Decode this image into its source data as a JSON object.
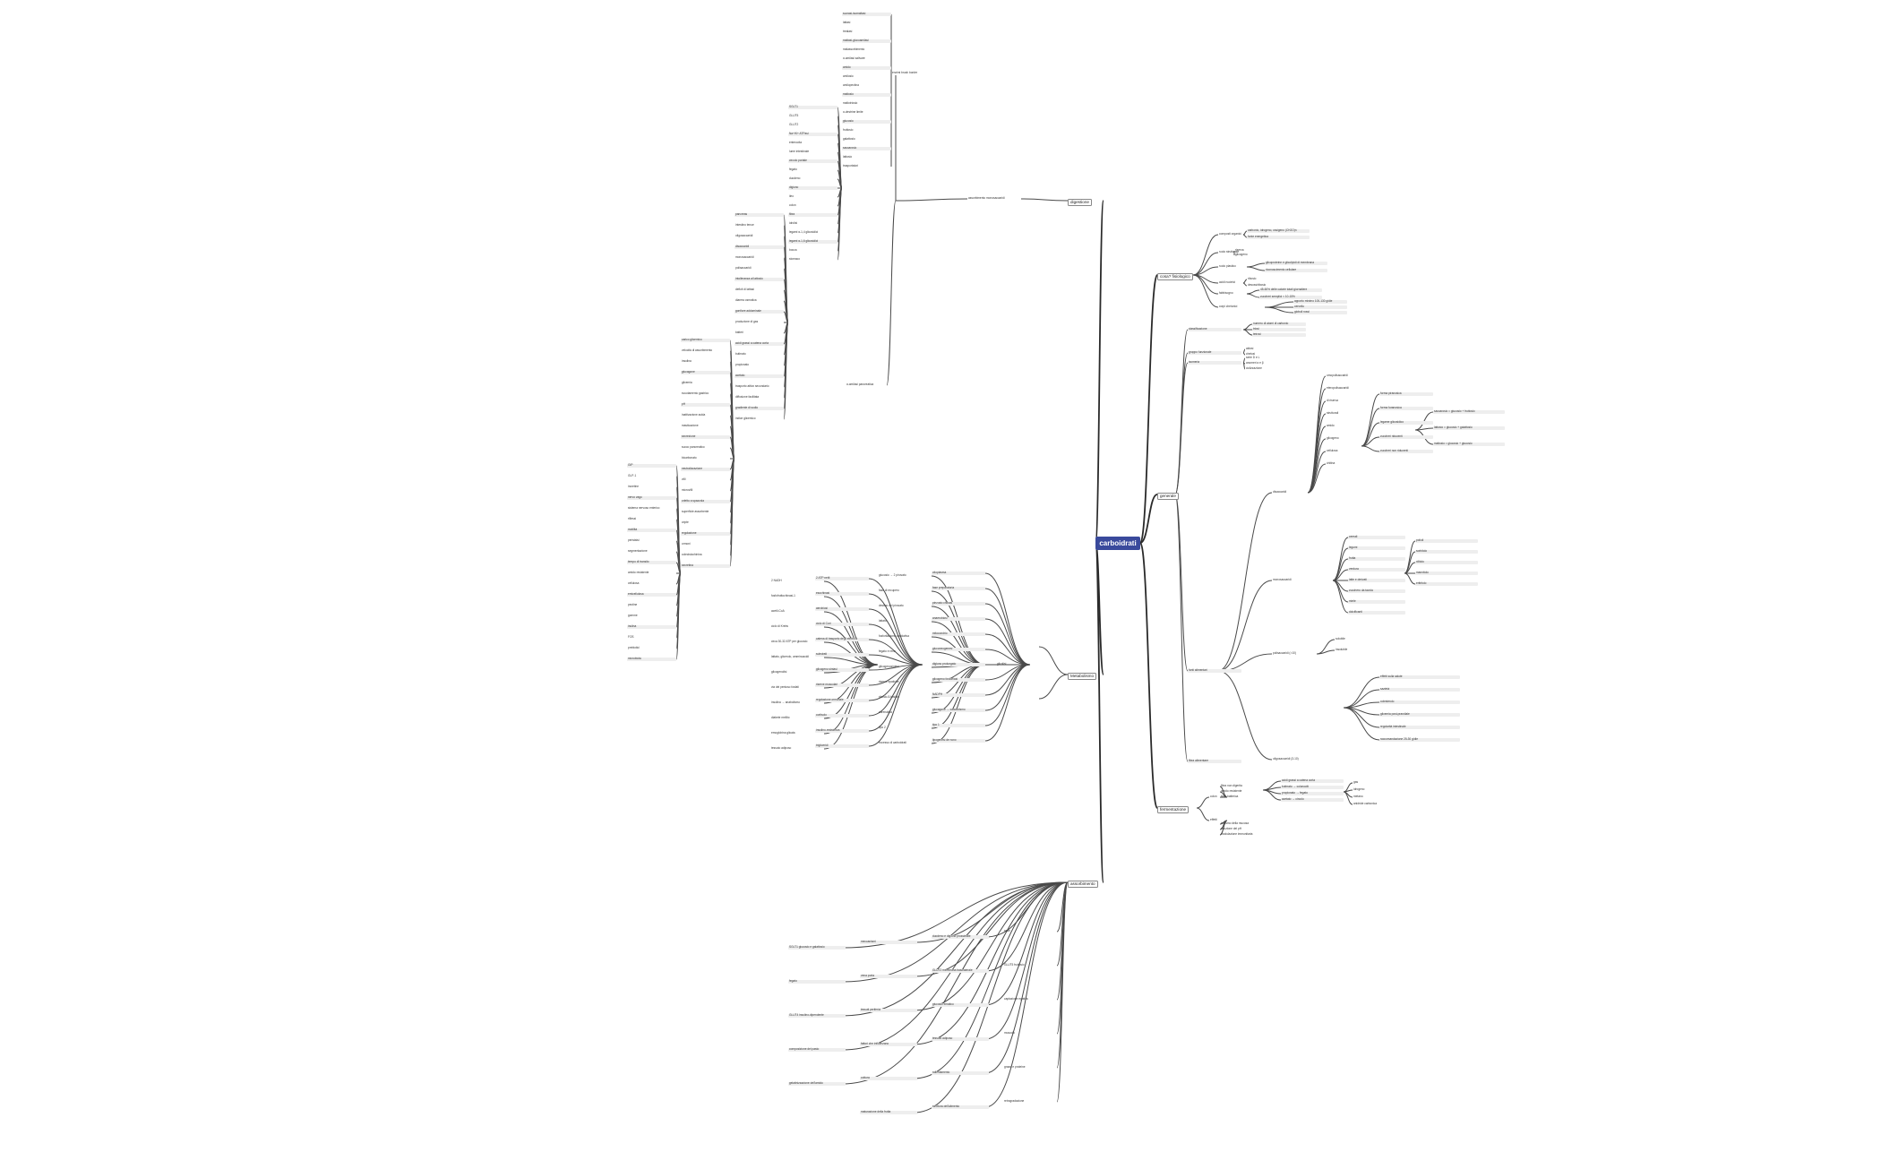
{
  "center": {
    "label": "carboidrati"
  },
  "branches": {
    "digestione": "digestione",
    "definizione": "cosa? fisiologico",
    "generale": "generale",
    "fermentazione": "fermentazione",
    "metabolismo": "Metabolismo",
    "assorbimento": "assorbimento"
  },
  "top": {
    "assorbimento_monosaccaridi": "assorbimento monosaccaridi",
    "enzimi_brush_border": "enzimi brush border",
    "sucrasi_isomaltasi": "sucrasi-isomaltasi",
    "lattasi": "lattasi",
    "trealasi": "trealasi",
    "maltasi_glucoamilasi": "maltasi-glucoamilasi",
    "malassorbimento": "malassorbimento",
    "amilasi_salivare": "α-amilasi salivare",
    "amilasi_pancreatica": "α-amilasi pancreatica",
    "amido": "amido",
    "amilosio": "amilosio",
    "amilopectina": "amilopectina",
    "maltosio": "maltosio",
    "maltotriosio": "maltotriosio",
    "destrine_limite": "α-destrine limite",
    "glucosio": "glucosio",
    "fruttosio": "fruttosio",
    "galattosio": "galattosio",
    "saccarosio": "saccarosio",
    "lattosio": "lattosio",
    "trasportatori": "trasportatori",
    "sglt1": "SGLT1",
    "glut5": "GLUT5",
    "glut2": "GLUT2",
    "na_k_atpasi": "Na+/K+ ATPasi",
    "enterocita": "enterocita",
    "lume_intestinale": "lume intestinale",
    "circolo_portale": "circolo portale",
    "fegato": "fegato",
    "duodeno": "duodeno",
    "digiuno": "digiuno",
    "ileo": "ileo",
    "colon": "colon",
    "fibra": "fibra",
    "idrolisi": "idrolisi",
    "legami_alfa": "legami α-1,4 glicosidici",
    "legami_alfa16": "legami α-1,6 glicosidici",
    "bocca": "bocca",
    "stomaco": "stomaco",
    "pancreas": "pancreas",
    "intestino_tenue": "intestino tenue",
    "oligosaccaridi": "oligosaccaridi",
    "disaccaridi": "disaccaridi",
    "monosaccaridi": "monosaccaridi",
    "polisaccaridi": "polisaccaridi",
    "intolleranza_lattosio": "intolleranza al lattosio",
    "deficit_lattasi": "deficit di lattasi",
    "diarrea_osmotica": "diarrea osmotica",
    "gonfiore": "gonfiore addominale",
    "gas": "produzione di gas",
    "batteri": "batteri",
    "acidi_grassi": "acidi grassi a catena corta",
    "butirrato": "butirrato",
    "propionato": "propionato",
    "acetato": "acetato",
    "trasporto_attivo": "trasporto attivo secondario",
    "diffusione_facilitata": "diffusione facilitata",
    "gradiente_sodio": "gradiente di sodio",
    "indice_glicemico": "indice glicemico",
    "carico_glicemico": "carico glicemico",
    "velocita": "velocità di assorbimento",
    "insulina": "insulina",
    "glucagone": "glucagone",
    "glicemia": "glicemia",
    "svuotamento_gastrico": "svuotamento gastrico",
    "pH": "pH",
    "inattivazione_acida": "inattivazione acida",
    "masticazione": "masticazione",
    "secrezione": "secrezione",
    "succo_pancreatico": "succo pancreatico",
    "bicarbonato": "bicarbonato",
    "neutralizzazione": "neutralizzazione",
    "villi": "villi",
    "microvilli": "microvilli",
    "orletto_spazzola": "orletto a spazzola",
    "superficie": "superficie assorbente",
    "cripte": "cripte",
    "regolazione": "regolazione",
    "ormoni": "ormoni",
    "colecistochinina": "colecistochinina",
    "secretina": "secretina",
    "GIP": "GIP",
    "GLP1": "GLP-1",
    "incretine": "incretine",
    "nervo_vago": "nervo vago",
    "sistema_nervoso": "sistema nervoso enterico",
    "riflessi": "riflessi",
    "motilita": "motilità",
    "peristalsi": "peristalsi",
    "segmentazione": "segmentazione",
    "transito": "tempo di transito",
    "amido_resistente": "amido resistente",
    "cellulosa": "cellulosa",
    "emicellulosa": "emicellulosa",
    "pectine": "pectine",
    "gomme": "gomme",
    "inulina": "inulina",
    "FOS": "FOS",
    "prebiotici": "prebiotici",
    "microbiota": "microbiota"
  },
  "definizione": {
    "a1": "composti organici",
    "a2": "carbonio, idrogeno, ossigeno (CH2O)n",
    "a3": "fonte energetica",
    "a4": "4 kcal/g",
    "b1": "ruolo strutturale",
    "b2": "riserva",
    "b3": "glicogeno",
    "c1": "ruolo plastico",
    "c2": "glicoproteine e glicolipidi di membrana",
    "c3": "riconoscimento cellulare",
    "d1": "acidi nucleici",
    "d2": "ribosio",
    "d3": "desossiribosio",
    "e1": "fabbisogno",
    "e2": "45-60% delle calorie totali giornaliere",
    "e3": "zuccheri semplici < 10-15%",
    "f1": "corpi chetonici",
    "f2": "apporto minimo 100-130 g/die",
    "f3": "cervello",
    "f4": "globuli rossi"
  },
  "generale": {
    "g1": "classificazione",
    "g2": "numero di atomi di carbonio",
    "g3": "triosi",
    "g4": "tetrosi",
    "g5": "pentosi",
    "g6": "esosi",
    "g7": "gruppo funzionale",
    "g8": "aldosi",
    "g9": "chetosi",
    "g10": "monosaccaridi",
    "g11": "disaccaridi",
    "g12": "oligosaccaridi (3-10)",
    "g13": "polisaccaridi (>10)",
    "g14": "omopolisaccaridi",
    "g15": "eteropolisaccaridi",
    "g16": "di riserva",
    "g17": "strutturali",
    "g18": "amido",
    "g19": "glicogeno",
    "g20": "cellulosa",
    "g21": "chitina",
    "g22": "isomeria",
    "g23": "serie D e L",
    "g24": "anomeri α e β",
    "g25": "ciclizzazione",
    "g26": "forma piranosica",
    "g27": "forma furanosica",
    "g28": "legame glicosidico",
    "g29": "zuccheri riducenti",
    "g30": "zuccheri non riducenti",
    "g31": "saccarosio = glucosio + fruttosio",
    "g32": "lattosio = glucosio + galattosio",
    "g33": "maltosio = glucosio + glucosio",
    "g34": "fonti alimentari",
    "g35": "cereali",
    "g36": "legumi",
    "g37": "frutta",
    "g38": "verdura",
    "g39": "latte e derivati",
    "g40": "zucchero da tavola",
    "g41": "miele",
    "g42": "dolcificanti",
    "g43": "polioli",
    "g44": "sorbitolo",
    "g45": "xilitolo",
    "g46": "mannitolo",
    "g47": "eritritolo",
    "g48": "fibra alimentare",
    "g49": "solubile",
    "g50": "insolubile",
    "g51": "effetti sulla salute",
    "g52": "sazietà",
    "g53": "colesterolo",
    "g54": "glicemia post-prandiale",
    "g55": "regolarità intestinale",
    "g56": "raccomandazione 25-30 g/die"
  },
  "metabolismo": {
    "m1": "glicolisi",
    "m2": "citoplasma",
    "m3": "glucosio → 2 piruvato",
    "m4": "2 ATP netti",
    "m5": "2 NADH",
    "m6": "fase preparatoria",
    "m7": "fase di recupero",
    "m8": "esochinasi",
    "m9": "fosfofruttochinasi-1",
    "m10": "piruvato chinasi",
    "m11": "destino del piruvato",
    "m12": "aerobiosi",
    "m13": "acetil-CoA",
    "m14": "anaerobiosi",
    "m15": "lattato",
    "m16": "ciclo di Cori",
    "m17": "ciclo di Krebs",
    "m18": "mitocondrio",
    "m19": "fosforilazione ossidativa",
    "m20": "catena di trasporto degli elettroni",
    "m21": "circa 30-32 ATP per glucosio",
    "m22": "gluconeogenesi",
    "m23": "fegato e rene",
    "m24": "substrati",
    "m25": "lattato, glicerolo, amminoacidi",
    "m26": "digiuno prolungato",
    "m27": "glicogenosintesi",
    "m28": "glicogeno sintasi",
    "m29": "glicogenolisi",
    "m30": "glicogeno fosforilasi",
    "m31": "riserve epatiche",
    "m32": "riserve muscolari",
    "m33": "via dei pentoso fosfati",
    "m34": "NADPH",
    "m35": "ribosio-5-fosfato",
    "m36": "regolazione ormonale",
    "m37": "insulina → anabolismo",
    "m38": "glucagone → catabolismo",
    "m39": "adrenalina",
    "m40": "cortisolo",
    "m41": "diabete mellito",
    "m42": "tipo 1",
    "m43": "tipo 2",
    "m44": "insulino-resistenza",
    "m45": "emoglobina glicata",
    "m46": "lipogenesi de novo",
    "m47": "eccesso di carboidrati",
    "m48": "trigliceridi",
    "m49": "tessuto adiposo"
  },
  "fermentazione": {
    "f1": "colon",
    "f2": "fibra non digerita",
    "f3": "amido resistente",
    "f4": "flora batterica",
    "f5": "acidi grassi a catena corta",
    "f6": "butirrato → colonociti",
    "f7": "propionato → fegato",
    "f8": "acetato → circolo",
    "f9": "gas",
    "f10": "idrogeno",
    "f11": "metano",
    "f12": "anidride carbonica",
    "f13": "effetti",
    "f14": "trofismo della mucosa",
    "f15": "riduzione del pH",
    "f16": "modulazione immunitaria"
  },
  "assorbimento": {
    "a1": "sede",
    "a2": "duodeno e digiuno prossimale",
    "a3": "meccanismi",
    "a4": "SGLT1 glucosio e galattosio",
    "a5": "GLUT5 fruttosio",
    "a6": "GLUT2 membrana basolaterale",
    "a7": "vena porta",
    "a8": "fegato",
    "a9": "captazione epatica",
    "a10": "glucosio ematico",
    "a11": "tessuti periferici",
    "a12": "GLUT4 insulino-dipendente",
    "a13": "muscolo",
    "a14": "tessuto adiposo",
    "a15": "fattori che influenzano",
    "a16": "composizione del pasto",
    "a17": "grassi e proteine",
    "a18": "rallentamento",
    "a19": "cottura",
    "a20": "gelatinizzazione dell'amido",
    "a21": "retrogradazione",
    "a22": "struttura dell'alimento",
    "a23": "maturazione della frutta"
  }
}
